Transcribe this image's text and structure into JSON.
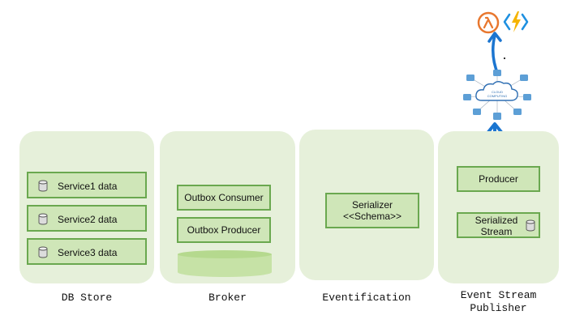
{
  "columns": [
    {
      "caption": "DB Store",
      "boxes": [
        "Service1 data",
        "Service2 data",
        "Service3 data"
      ]
    },
    {
      "caption": "Broker",
      "boxes": [
        "Outbox Consumer",
        "Outbox Producer"
      ]
    },
    {
      "caption": "Eventification",
      "boxes": [
        "Serializer\n<<Schema>>"
      ]
    },
    {
      "caption": "Event Stream\nPublisher",
      "boxes": [
        "Producer",
        "Serialized\nStream"
      ]
    }
  ],
  "cloud": {
    "label_line1": "CLOUD",
    "label_line2": "COMPUTING"
  },
  "icons": [
    "aws-lambda-icon",
    "azure-functions-icon",
    "cloud-computing-icon",
    "database-icon"
  ],
  "colors": {
    "panel": "#e6f0da",
    "box_fill": "#cfe6b8",
    "box_border": "#6aa84f",
    "arrow": "#1b75d0",
    "lambda": "#e8772e",
    "azure": "#1e90e0",
    "bolt": "#f5b400"
  }
}
